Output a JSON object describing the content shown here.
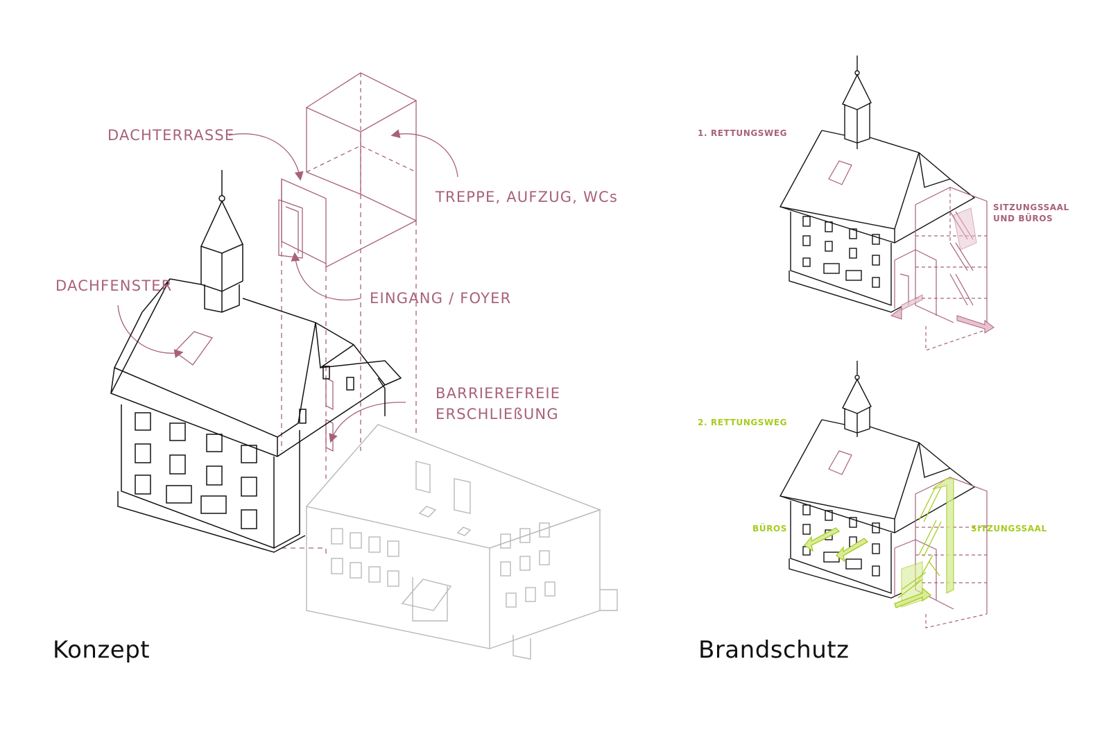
{
  "colors": {
    "accent_pink": "#a8617a",
    "accent_green": "#a6cc1e",
    "line_dark": "#111111",
    "line_gray": "#b8b8b8"
  },
  "konzept": {
    "title": "Konzept",
    "labels": {
      "dachterrasse": "DACHTERRASSE",
      "treppe": "TREPPE, AUFZUG, WCs",
      "dachfenster": "DACHFENSTER",
      "eingang": "EINGANG / FOYER",
      "barrierefreie_1": "BARRIEREFREIE",
      "barrierefreie_2": "ERSCHLIEßUNG"
    }
  },
  "brandschutz": {
    "title": "Brandschutz",
    "upper": {
      "heading": "1. RETTUNGSWEG",
      "sitzungssaal_1": "SITZUNGSSAAL",
      "sitzungssaal_2": "UND BÜROS"
    },
    "lower": {
      "heading": "2. RETTUNGSWEG",
      "bueros": "BÜROS",
      "sitzungssaal": "SITZUNGSSAAL"
    }
  }
}
